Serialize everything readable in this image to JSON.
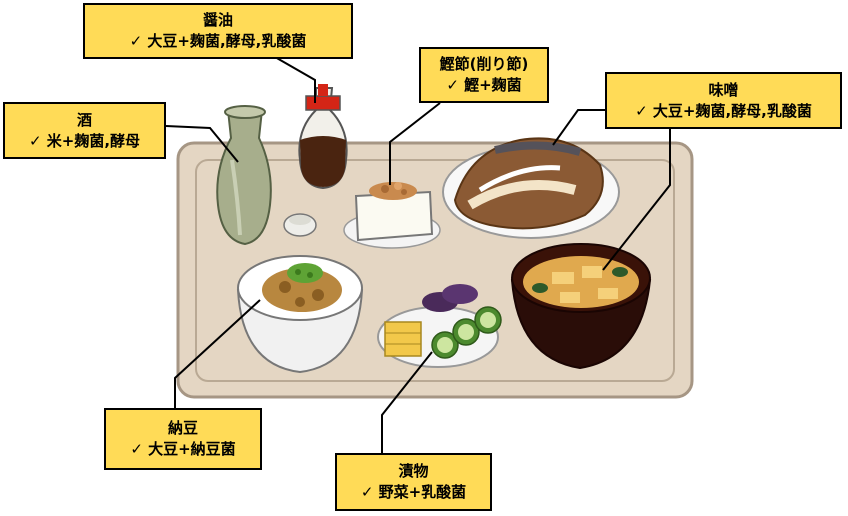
{
  "labels": {
    "soy_sauce": {
      "title": "醤油",
      "detail": "✓ 大豆+麹菌,酵母,乳酸菌"
    },
    "sake": {
      "title": "酒",
      "detail": "✓ 米+麹菌,酵母"
    },
    "katsuobushi": {
      "title": "鰹節(削り節)",
      "detail": "✓ 鰹+麹菌"
    },
    "miso": {
      "title": "味噌",
      "detail": "✓ 大豆+麹菌,酵母,乳酸菌"
    },
    "natto": {
      "title": "納豆",
      "detail": "✓ 大豆+納豆菌"
    },
    "tsukemono": {
      "title": "漬物",
      "detail": "✓ 野菜+乳酸菌"
    }
  }
}
